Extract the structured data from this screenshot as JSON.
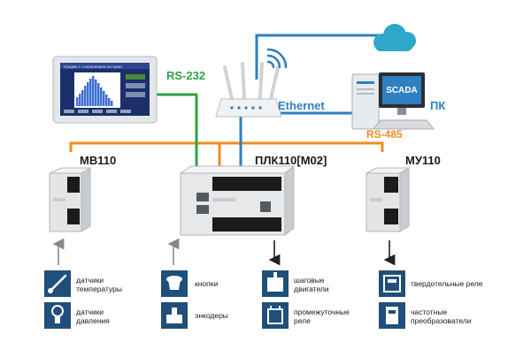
{
  "labels": {
    "rs232": "RS-232",
    "ethernet": "Ethernet",
    "rs485": "RS-485",
    "pc": "ПК",
    "scada": "SCADA",
    "mv110": "МВ110",
    "plc110": "ПЛК110[М02]",
    "mu110": "МУ110"
  },
  "hmi_screen_title": "График с сохранением истории",
  "inputs_mv110": [
    {
      "icon": "thermometer-icon",
      "text": "датчики\nтемпературы"
    },
    {
      "icon": "pressure-sensor-icon",
      "text": "датчики\nдавления"
    }
  ],
  "inputs_plc": [
    {
      "icon": "button-icon",
      "text": "кнопки"
    },
    {
      "icon": "encoder-icon",
      "text": "энкодеры"
    }
  ],
  "outputs_plc": [
    {
      "icon": "stepper-motor-icon",
      "text": "шаговые\nдвигатели"
    },
    {
      "icon": "relay-icon",
      "text": "промежуточные\nреле"
    }
  ],
  "outputs_mu110": [
    {
      "icon": "solid-state-relay-icon",
      "text": "твердотельные реле"
    },
    {
      "icon": "frequency-converter-icon",
      "text": "частотные\nпреобразователи"
    }
  ],
  "colors": {
    "rs232": "#2ea043",
    "ethernet": "#2f7fc1",
    "rs485": "#f28c1f",
    "icon_bg": "#1f4f7a"
  }
}
